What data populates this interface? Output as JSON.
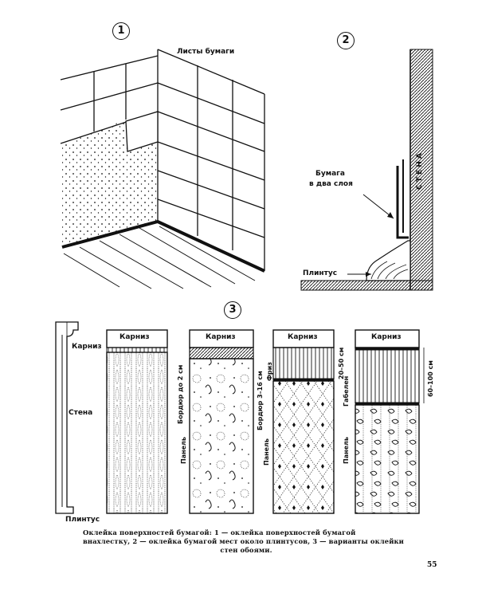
{
  "figure1": {
    "number": "1",
    "label_sheets": "Листы бумаги"
  },
  "figure2": {
    "number": "2",
    "label_paper": "Бумага\nв два слоя",
    "label_paper_line1": "Бумага",
    "label_paper_line2": "в два слоя",
    "label_plinth": "Плинтус",
    "label_wall": "С Т Е Н А"
  },
  "figure3": {
    "number": "3",
    "profile": {
      "label_cornice": "Карниз",
      "label_wall": "Стена",
      "label_plinth": "Плинтус"
    },
    "panels": [
      {
        "header": "Карниз"
      },
      {
        "header": "Карниз",
        "side_top": "Бордюр до 2 см",
        "side_bottom": "Панель"
      },
      {
        "header": "Карниз",
        "side_top": "Бордюр 3–16 см",
        "side_frieze": "Фриз",
        "side_bottom": "Панель"
      },
      {
        "header": "Карниз",
        "side_top": "20–50 см",
        "side_mid": "Габелен",
        "side_bottom": "Панель",
        "side_right": "60–100 см"
      }
    ]
  },
  "caption": {
    "line1": "Оклейка поверхностей бумагой: 1 — оклейка поверхностей бумагой",
    "line2": "внахлестку, 2 — оклейка бумагой мест около плинтусов, 3 — варианты оклейки",
    "line3": "стен обоями."
  },
  "page_number": "55"
}
